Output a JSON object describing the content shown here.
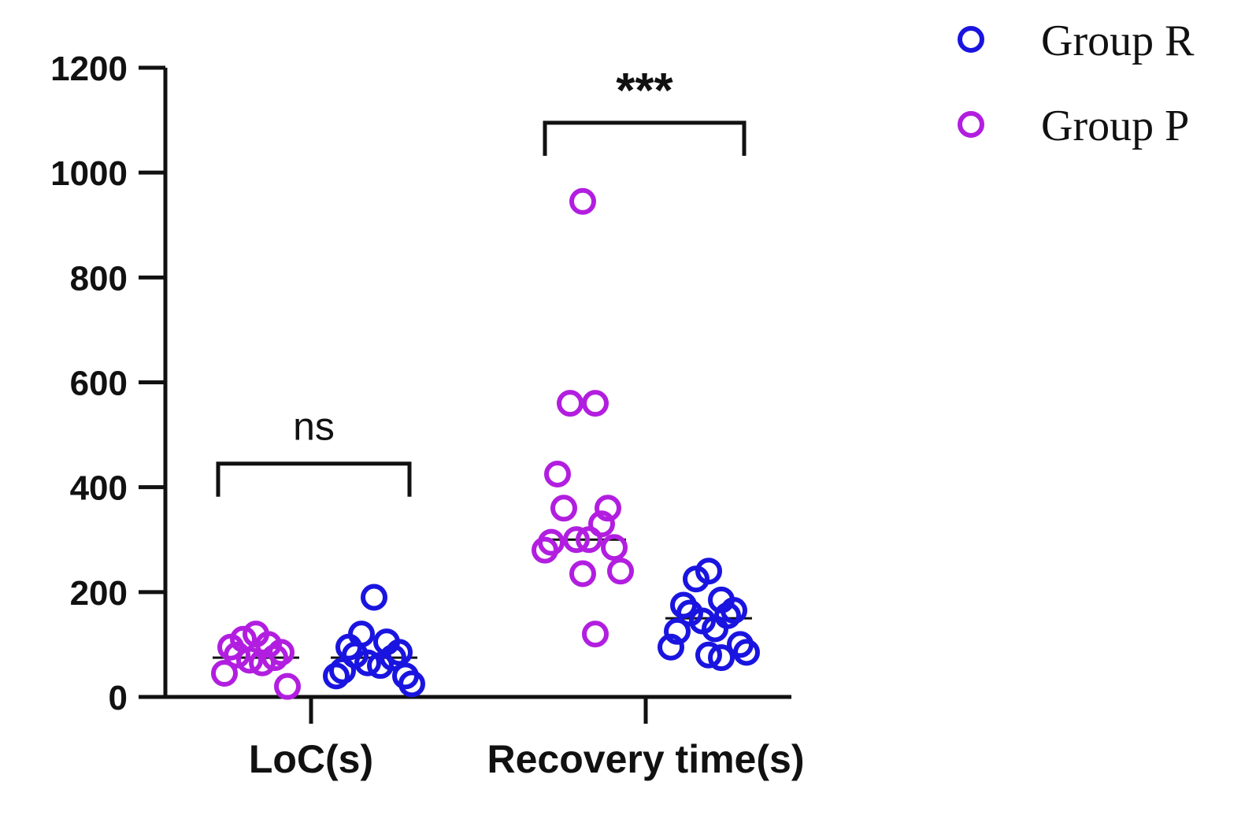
{
  "chart_data": {
    "type": "scatter",
    "ylim": [
      0,
      1200
    ],
    "yticks": [
      0,
      200,
      400,
      600,
      800,
      1000,
      1200
    ],
    "categories": [
      "LoC(s)",
      "Recovery time(s)"
    ],
    "series": [
      {
        "name": "Group R",
        "color": "#1a14e0",
        "values": {
          "LoC(s)": [
            190,
            120,
            105,
            95,
            85,
            80,
            75,
            65,
            60,
            50,
            40,
            40,
            25
          ],
          "Recovery time(s)": [
            240,
            225,
            185,
            175,
            165,
            160,
            155,
            145,
            130,
            125,
            100,
            95,
            85,
            80,
            75
          ]
        },
        "means": {
          "LoC(s)": 75,
          "Recovery time(s)": 150
        }
      },
      {
        "name": "Group P",
        "color": "#b21ee0",
        "values": {
          "LoC(s)": [
            120,
            110,
            100,
            95,
            85,
            80,
            75,
            70,
            65,
            45,
            20
          ],
          "Recovery time(s)": [
            945,
            560,
            560,
            425,
            360,
            360,
            330,
            300,
            300,
            295,
            285,
            280,
            240,
            235,
            120
          ]
        },
        "means": {
          "LoC(s)": 75,
          "Recovery time(s)": 300
        }
      }
    ],
    "significance": [
      {
        "category": "LoC(s)",
        "label": "ns",
        "bracket_y": 445
      },
      {
        "category": "Recovery time(s)",
        "label": "***",
        "bracket_y": 1095
      }
    ],
    "legend_position": "top-right"
  }
}
